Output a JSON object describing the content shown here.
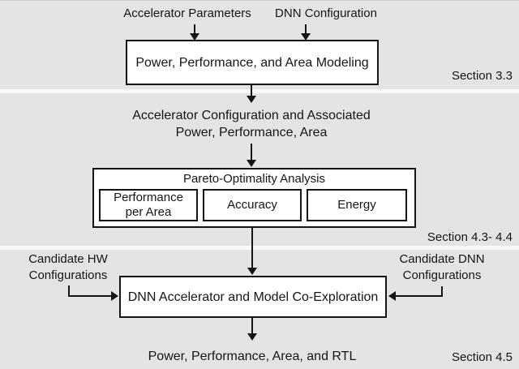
{
  "colors": {
    "background": "#e4e4e4",
    "box_fill": "#ffffff",
    "line": "#151515",
    "band_divider": "#f7f7f7"
  },
  "diagram": {
    "inputs": {
      "accelerator_parameters": "Accelerator Parameters",
      "dnn_configuration": "DNN Configuration"
    },
    "modeling_box": {
      "label": "Power, Performance, and Area Modeling"
    },
    "intermediate": {
      "line1": "Accelerator Configuration and Associated",
      "line2": "Power, Performance, Area"
    },
    "pareto": {
      "title": "Pareto-Optimality Analysis",
      "criteria": [
        {
          "label": "Performance per Area"
        },
        {
          "label": "Accuracy"
        },
        {
          "label": "Energy"
        }
      ]
    },
    "candidates": {
      "hw": "Candidate HW Configurations",
      "dnn": "Candidate DNN Configurations"
    },
    "coexploration_box": {
      "label": "DNN Accelerator and Model Co-Exploration"
    },
    "output": {
      "label": "Power, Performance, Area, and RTL"
    },
    "sections": {
      "modeling": "Section 3.3",
      "pareto": "Section 4.3- 4.4",
      "coexploration": "Section 4.5"
    }
  }
}
